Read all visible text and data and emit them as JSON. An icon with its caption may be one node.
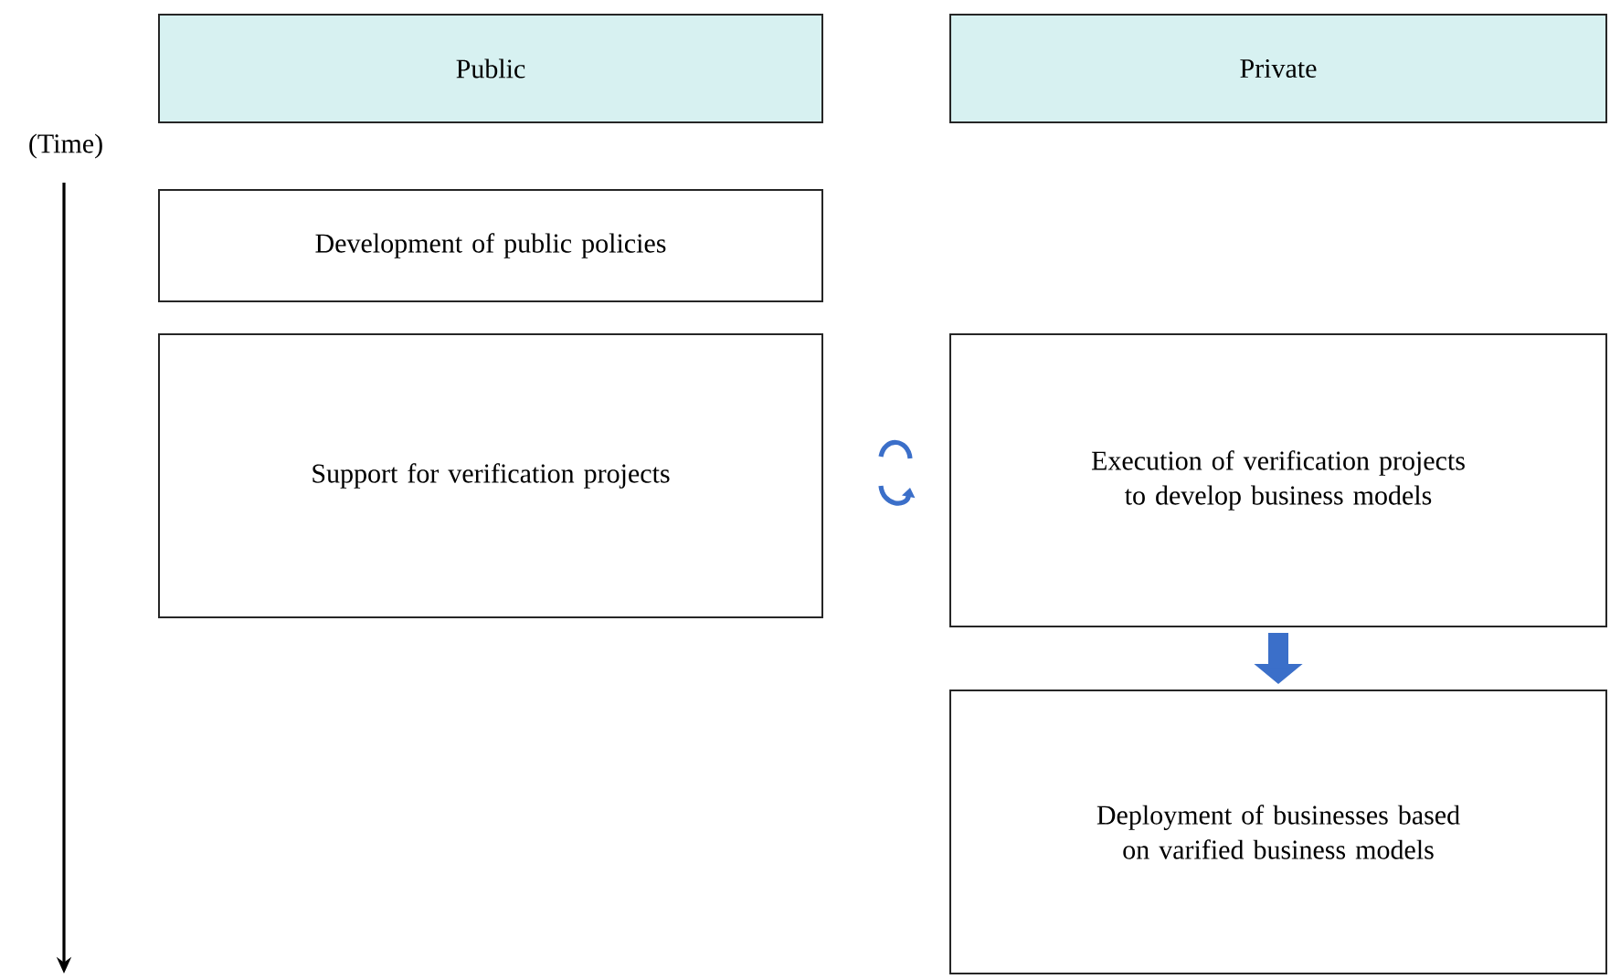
{
  "diagram": {
    "nodes": [
      {
        "text": [
          "Public"
        ]
      },
      {
        "text": [
          "Private"
        ]
      },
      {
        "text": [
          "Development of public policies"
        ]
      },
      {
        "text": [
          "Support for verification projects"
        ]
      },
      {
        "text": [
          "Execution of verification projects to develop business models"
        ]
      },
      {
        "text": [
          "Deployment of businesses based on varified business models"
        ]
      }
    ],
    "edges": [
      {
        "from": 4,
        "to": 5,
        "arrow": "to",
        "color": "#3b6fc9"
      }
    ],
    "labels": [
      "(Time)"
    ]
  }
}
